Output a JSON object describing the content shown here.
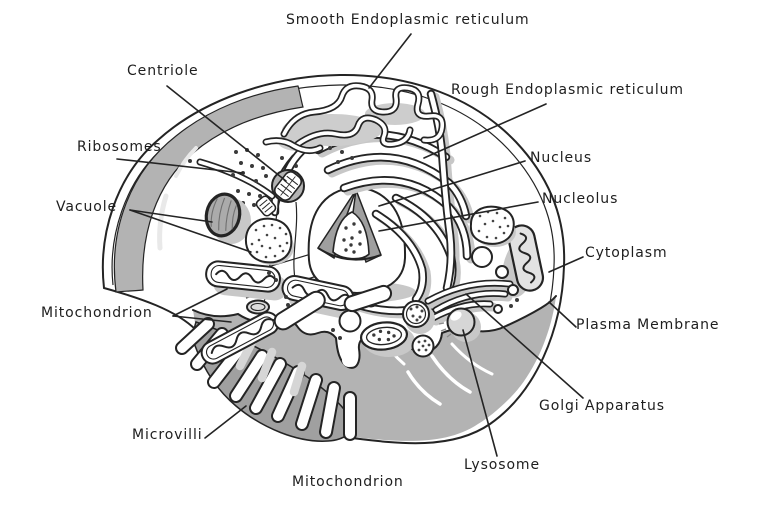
{
  "figure": {
    "type": "labeled-diagram",
    "subject": "Animal cell cutaway illustration"
  },
  "labels": [
    {
      "id": "smooth-endoplasmic-reticulum",
      "text": "Smooth Endoplasmic reticulum"
    },
    {
      "id": "centriole",
      "text": "Centriole"
    },
    {
      "id": "ribosomes",
      "text": "Ribosomes"
    },
    {
      "id": "vacuole",
      "text": "Vacuole"
    },
    {
      "id": "mitochondrion-left",
      "text": "Mitochondrion"
    },
    {
      "id": "microvilli",
      "text": "Microvilli"
    },
    {
      "id": "mitochondrion-bottom",
      "text": "Mitochondrion"
    },
    {
      "id": "lysosome",
      "text": "Lysosome"
    },
    {
      "id": "golgi-apparatus",
      "text": "Golgi Apparatus"
    },
    {
      "id": "plasma-membrane",
      "text": "Plasma Membrane"
    },
    {
      "id": "cytoplasm",
      "text": "Cytoplasm"
    },
    {
      "id": "nucleolus",
      "text": "Nucleolus"
    },
    {
      "id": "nucleus",
      "text": "Nucleus"
    },
    {
      "id": "rough-endoplasmic-reticulum",
      "text": "Rough Endoplasmic reticulum"
    }
  ],
  "colors": {
    "ink": "#242424",
    "shade_light": "#b3b3b3",
    "shade_mid": "#a0a0a0",
    "shadow": "#c8c8c8",
    "background": "#ffffff",
    "text": "#1e1e1e"
  }
}
